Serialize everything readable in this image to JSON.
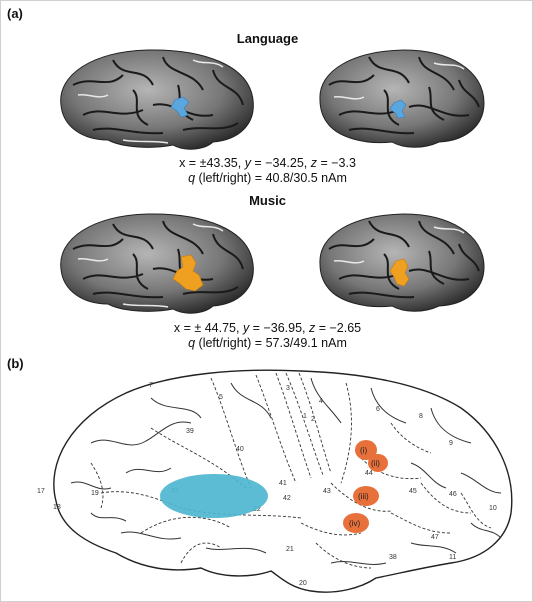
{
  "panel_a": {
    "label": "(a)",
    "language": {
      "title": "Language",
      "coords_x": "±43.35",
      "coords_y": "−34.25",
      "coords_z": "−3.3",
      "q_values": "40.8/30.5 nAm",
      "source_color": "#5aa7e0"
    },
    "music": {
      "title": "Music",
      "coords_x": "± 44.75",
      "coords_y": "−36.95",
      "coords_z": "−2.65",
      "q_values": "57.3/49.1 nAm",
      "source_color": "#f0a020"
    },
    "q_label": "(left/right) ="
  },
  "panel_b": {
    "label": "(b)",
    "region_color": "#4db6cf",
    "marker_color": "#e8703a",
    "markers": [
      "(i)",
      "(ii)",
      "(iii)",
      "(iv)"
    ],
    "area_numbers": [
      "7",
      "5",
      "3",
      "4",
      "6",
      "8",
      "39",
      "40",
      "9",
      "17",
      "18",
      "19",
      "37",
      "41",
      "43",
      "42",
      "44",
      "45",
      "46",
      "22",
      "10",
      "47",
      "21",
      "11",
      "38",
      "20",
      "1",
      "2"
    ]
  }
}
